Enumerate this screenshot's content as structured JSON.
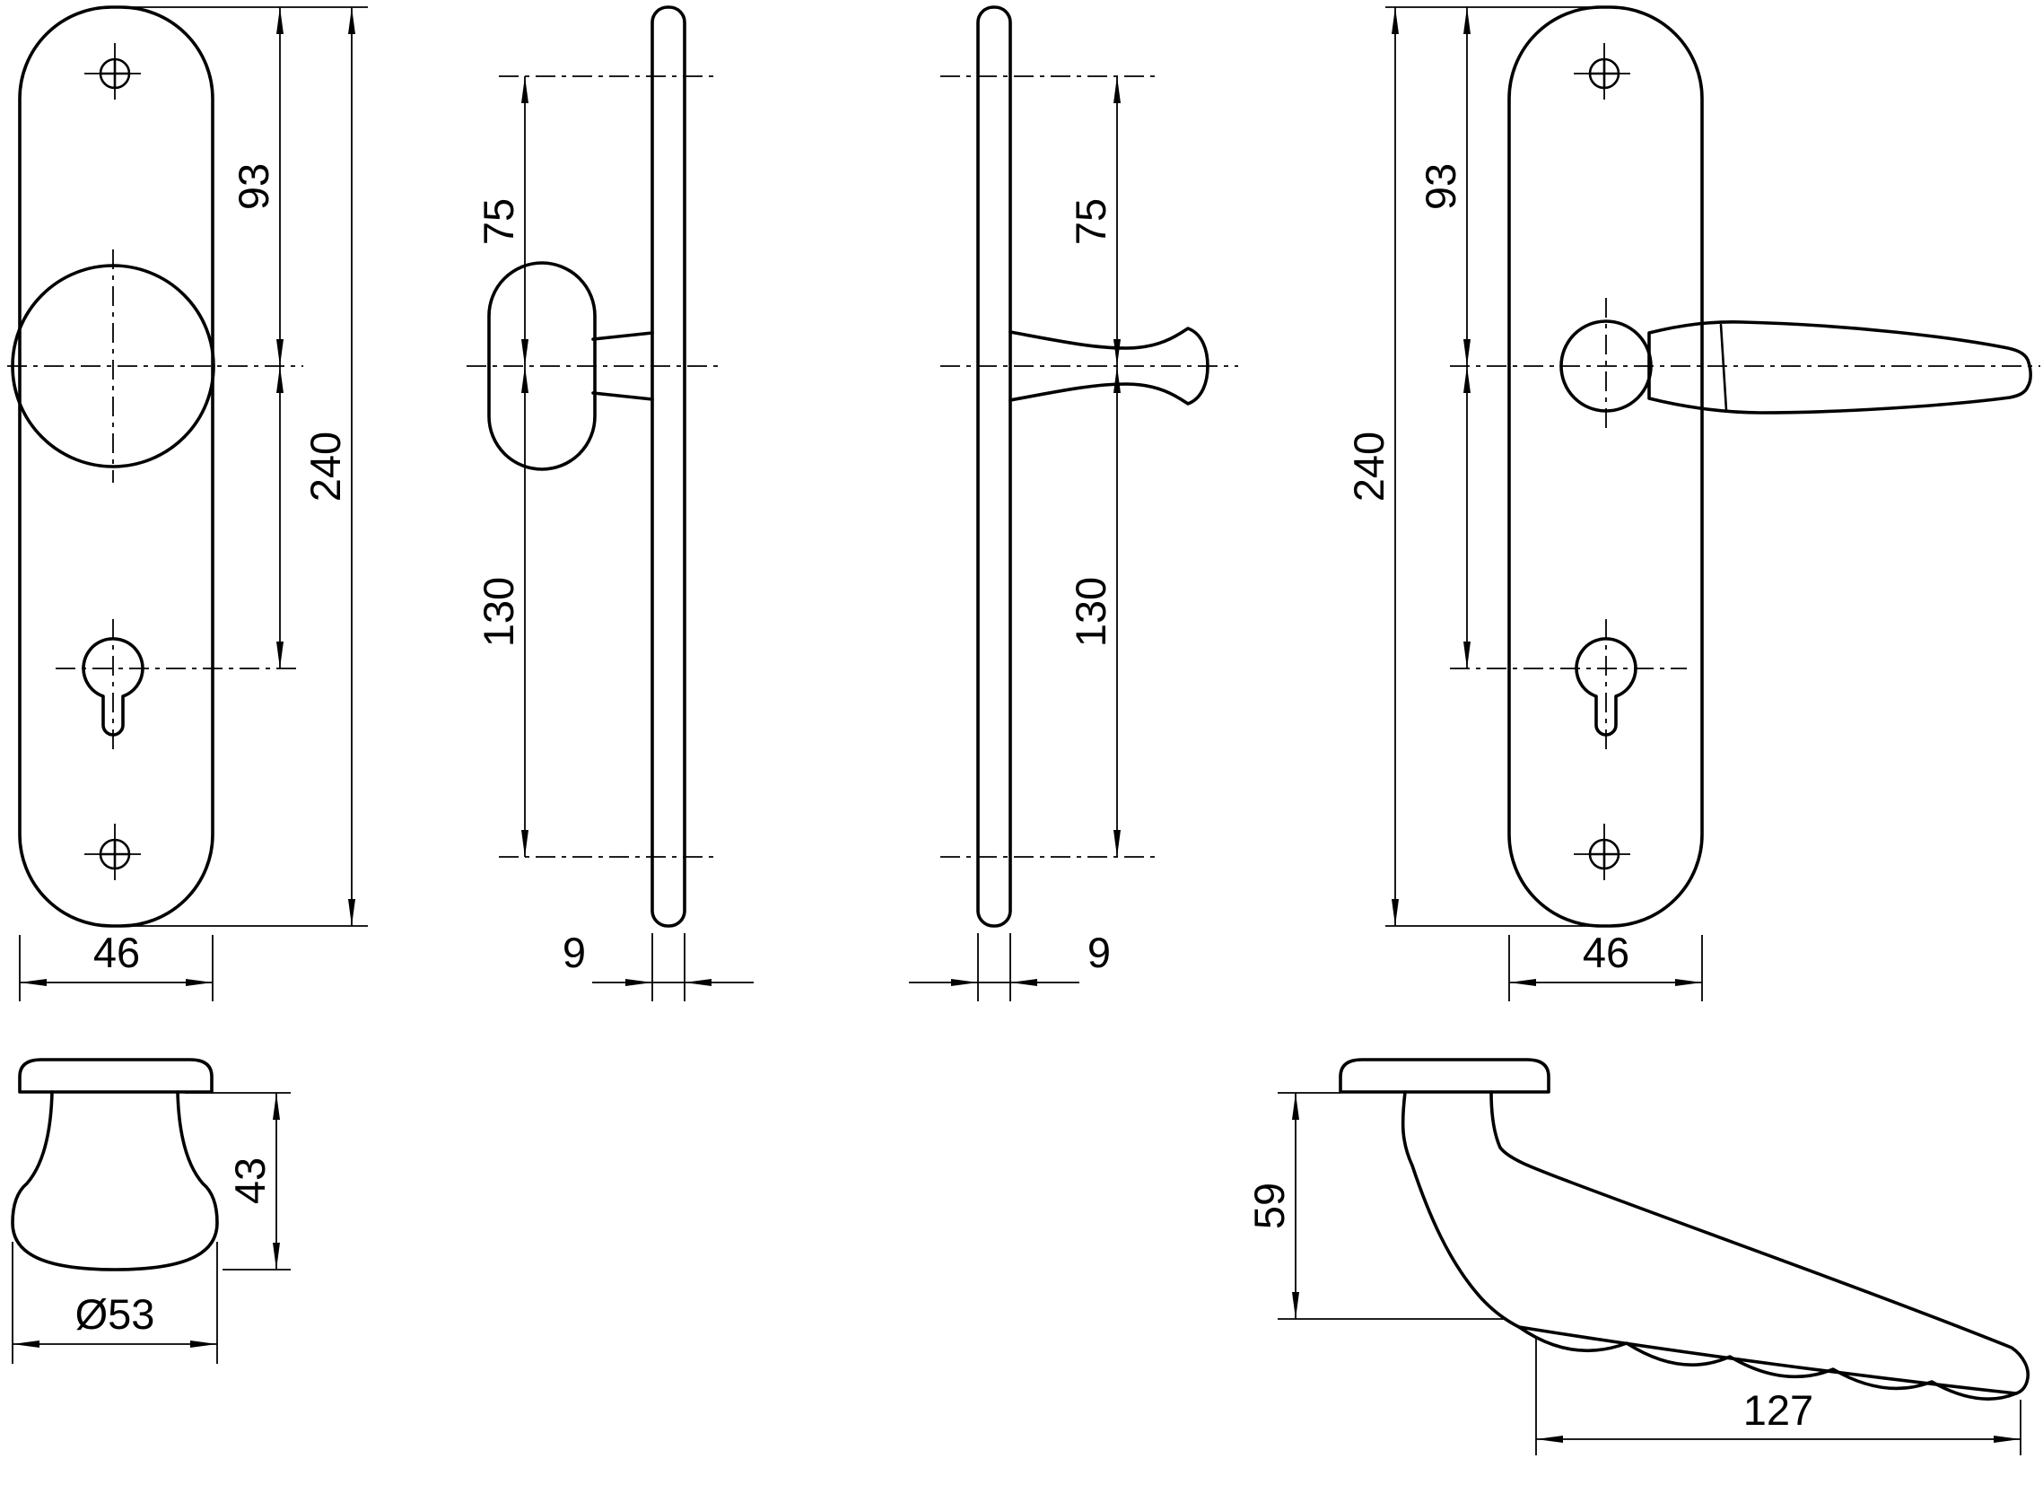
{
  "drawing": {
    "background": "#ffffff",
    "line_color": "#000000"
  },
  "views": {
    "knob_plate_front": {
      "top_to_axis": "93",
      "total_height": "240",
      "width": "46"
    },
    "knob_plate_side": {
      "screw_to_axis": "75",
      "axis_to_screw": "130",
      "thickness": "9"
    },
    "lever_plate_side": {
      "screw_to_axis": "75",
      "axis_to_screw": "130",
      "thickness": "9"
    },
    "lever_plate_front": {
      "top_to_axis": "93",
      "total_height": "240",
      "width": "46"
    },
    "knob_profile": {
      "height": "43",
      "diameter": "Ø53"
    },
    "lever_profile": {
      "drop": "59",
      "length": "127"
    }
  }
}
